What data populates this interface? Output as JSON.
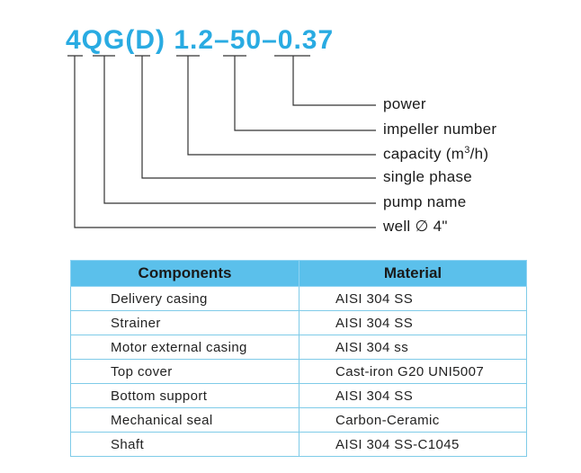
{
  "model_code": "4QG(D) 1.2–50–0.37",
  "code_labels": [
    {
      "key": "power",
      "text": "power"
    },
    {
      "key": "impeller",
      "text": "impeller number"
    },
    {
      "key": "capacity",
      "text": "capacity (m",
      "sup": "3",
      "suffix": "/h)"
    },
    {
      "key": "phase",
      "text": "single phase"
    },
    {
      "key": "pump",
      "text": "pump name"
    },
    {
      "key": "well",
      "text": "well ∅ 4\""
    }
  ],
  "table": {
    "headers": [
      "Components",
      "Material"
    ],
    "rows": [
      [
        "Delivery casing",
        "AISI 304 SS"
      ],
      [
        "Strainer",
        "AISI 304 SS"
      ],
      [
        "Motor external casing",
        "AISI 304 ss"
      ],
      [
        "Top cover",
        "Cast-iron G20 UNI5007"
      ],
      [
        "Bottom support",
        "AISI 304 SS"
      ],
      [
        "Mechanical seal",
        "Carbon-Ceramic"
      ],
      [
        "Shaft",
        "AISI 304 SS-C1045"
      ]
    ]
  },
  "colors": {
    "accent": "#29abe2",
    "header_bg": "#5bc0eb",
    "border": "#7fcbe8"
  }
}
